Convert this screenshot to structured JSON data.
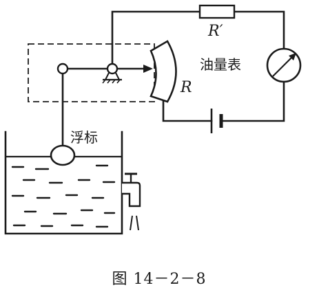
{
  "labels": {
    "resistor_fixed": "R′",
    "rheostat": "R",
    "meter": "油量表",
    "float": "浮标"
  },
  "caption": "图 14－2－8"
}
